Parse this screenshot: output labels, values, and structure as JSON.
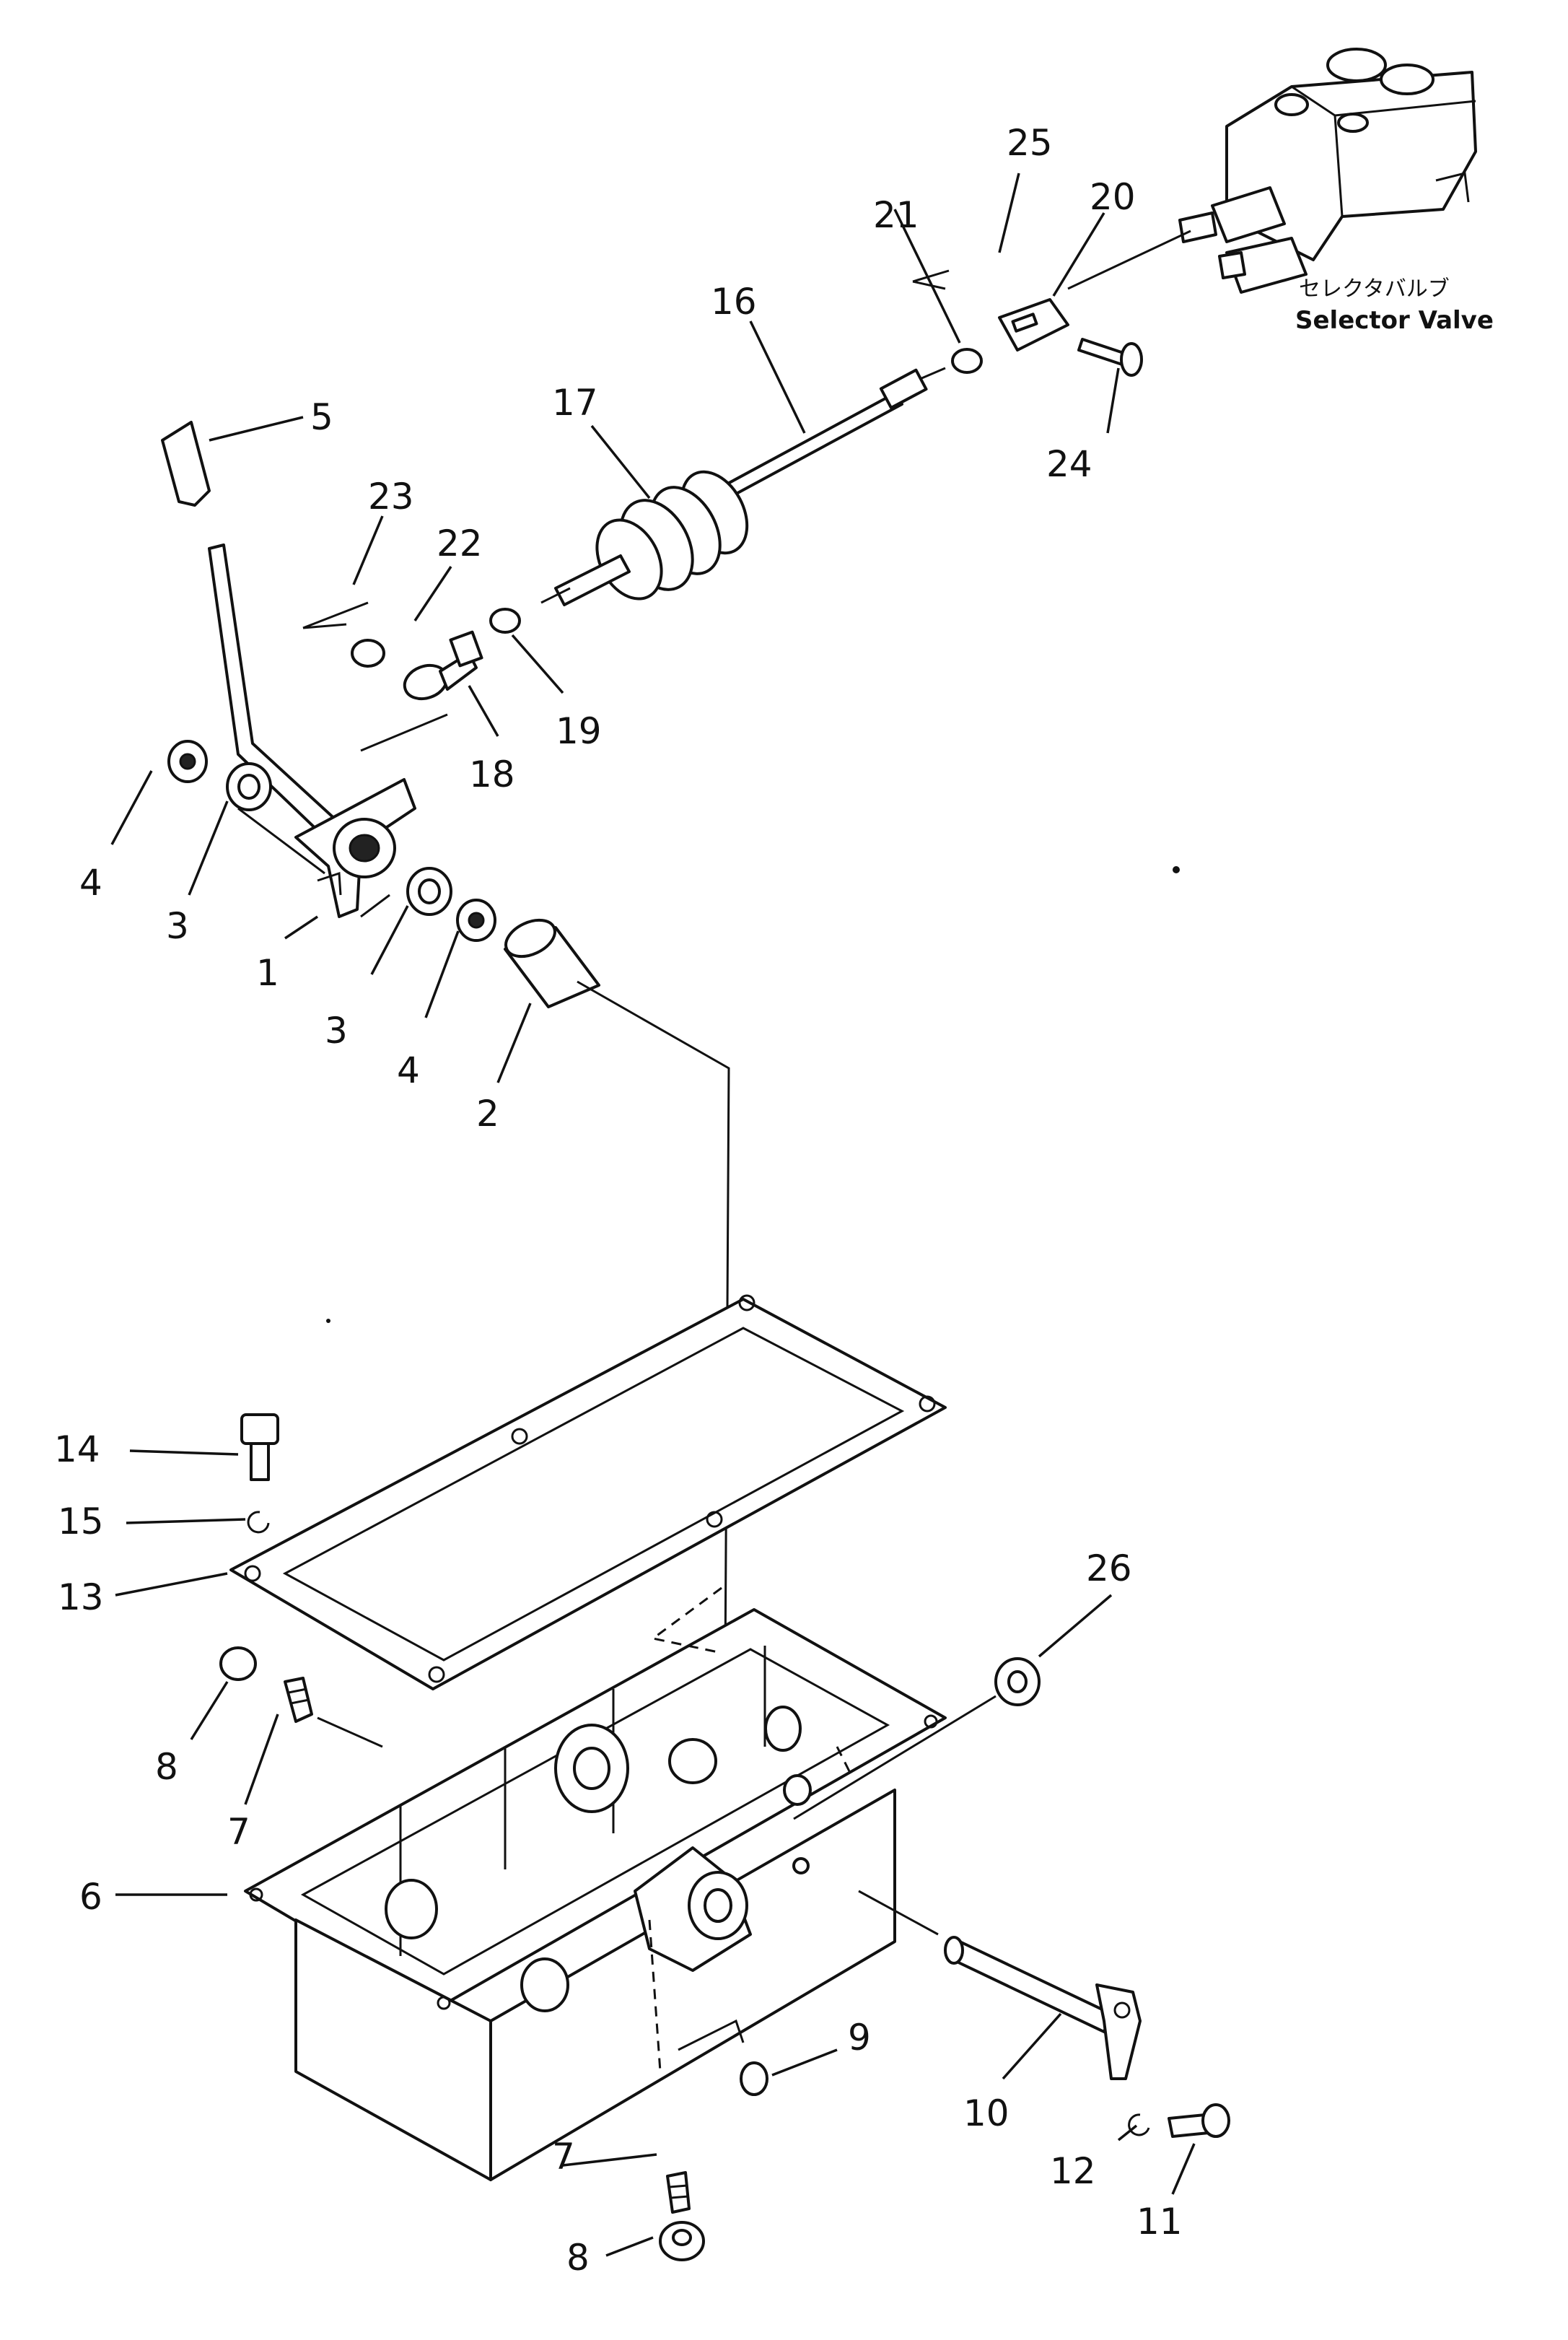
{
  "caption": {
    "japanese": "セレクタバルブ",
    "english": "Selector Valve"
  },
  "callouts": {
    "c1": "1",
    "c2": "2",
    "c3a": "3",
    "c3b": "3",
    "c4a": "4",
    "c4b": "4",
    "c5": "5",
    "c6": "6",
    "c7a": "7",
    "c7b": "7",
    "c8a": "8",
    "c8b": "8",
    "c9": "9",
    "c10": "10",
    "c11": "11",
    "c12": "12",
    "c13": "13",
    "c14": "14",
    "c15": "15",
    "c16": "16",
    "c17": "17",
    "c18": "18",
    "c19": "19",
    "c20": "20",
    "c21": "21",
    "c22": "22",
    "c23": "23",
    "c24": "24",
    "c25": "25",
    "c26": "26"
  }
}
